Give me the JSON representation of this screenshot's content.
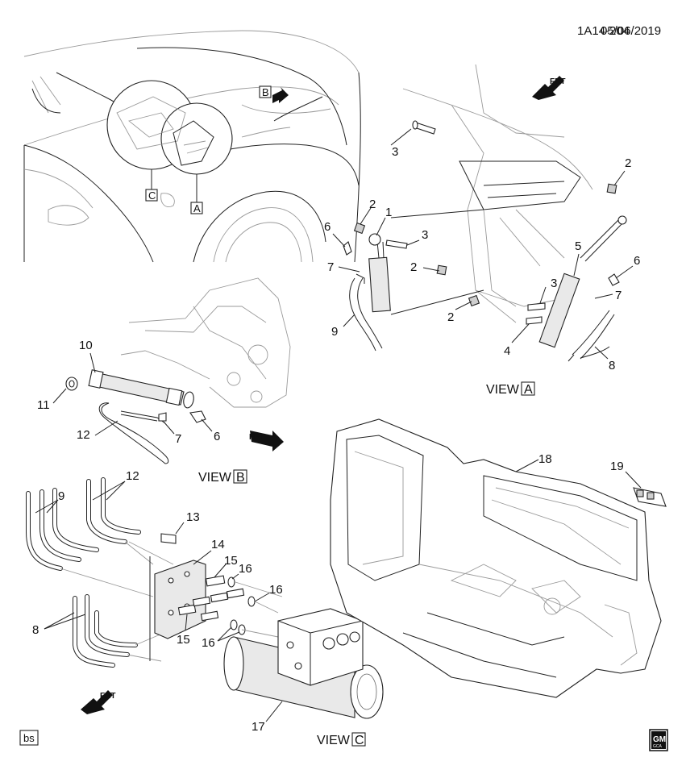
{
  "header": {
    "code": "1A14-204",
    "date": "05/06/2019"
  },
  "views": {
    "view_a": {
      "word": "VIEW",
      "letter": "A"
    },
    "view_b": {
      "word": "VIEW",
      "letter": "B"
    },
    "view_c": {
      "word": "VIEW",
      "letter": "C"
    }
  },
  "callout_boxes": {
    "a": "A",
    "b": "B",
    "c": "C"
  },
  "frt": "FRT",
  "corner_tag": "bs",
  "logo": {
    "text": "GM",
    "subtext": "GCA"
  },
  "labels": {
    "l1": "1",
    "l2": "2",
    "l3": "3",
    "l4": "4",
    "l5": "5",
    "l6": "6",
    "l7": "7",
    "l8": "8",
    "l9": "9",
    "l10": "10",
    "l11": "11",
    "l12": "12",
    "l13": "13",
    "l14": "14",
    "l15": "15",
    "l16": "16",
    "l17": "17",
    "l18": "18",
    "l19": "19"
  }
}
